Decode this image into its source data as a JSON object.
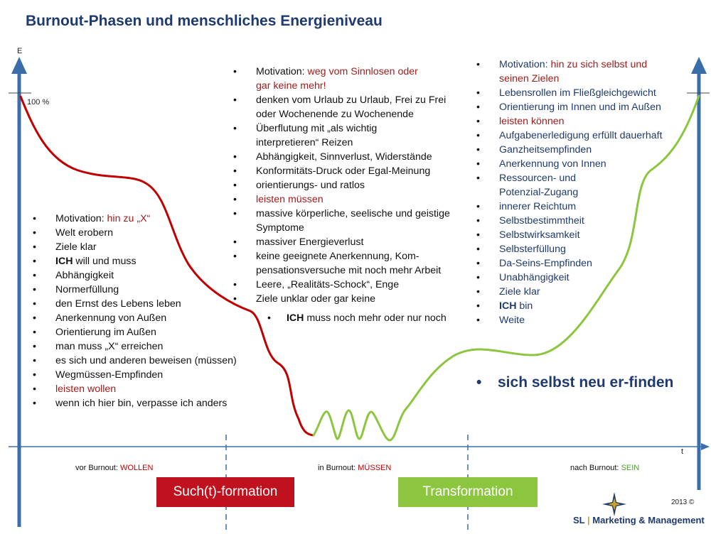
{
  "title": "Burnout-Phasen und menschliches Energieniveau",
  "axis": {
    "y_label": "E",
    "x_label": "t",
    "y_max_label": "100 %"
  },
  "phases": {
    "before": {
      "prefix": "vor Burnout: ",
      "word": "WOLLEN"
    },
    "in": {
      "prefix": "in Burnout: ",
      "word": "MÜSSEN"
    },
    "after": {
      "prefix": "nach Burnout: ",
      "word": "SEIN"
    }
  },
  "left_list": [
    {
      "label": "Motivation: ",
      "accent": "hin zu „X“"
    },
    {
      "label": "Welt erobern"
    },
    {
      "label": "Ziele klar"
    },
    {
      "label": "ICH",
      "rest": " will und muss"
    },
    {
      "label": "Abhängigkeit"
    },
    {
      "label": "Normerfüllung"
    },
    {
      "label": "den Ernst des Lebens leben"
    },
    {
      "label": "Anerkennung von Außen"
    },
    {
      "label": "Orientierung im Außen"
    },
    {
      "label": "man muss „X“ erreichen"
    },
    {
      "label": "es sich und anderen beweisen (müssen)"
    },
    {
      "label": "Wegmüssen-Empfinden"
    },
    {
      "label": "leisten wollen",
      "color": "red"
    },
    {
      "label": "wenn ich hier bin, verpasse ich anders"
    }
  ],
  "middle_list": [
    {
      "label": "Motivation: ",
      "accent": "weg vom Sinnlosen oder",
      "cont": "gar keine mehr!"
    },
    {
      "label": "denken vom Urlaub zu Urlaub, Frei zu Frei",
      "cont": "oder Wochenende zu Wochenende"
    },
    {
      "label": "Überflutung mit „als wichtig",
      "cont": "interpretieren“ Reizen"
    },
    {
      "label": "Abhängigkeit, Sinnverlust, Widerstände"
    },
    {
      "label": "Konformitäts-Druck oder Egal-Meinung"
    },
    {
      "label": "orientierungs- und ratlos"
    },
    {
      "label": "leisten müssen",
      "color": "red"
    },
    {
      "label": "massive körperliche, seelische und geistige",
      "cont": "Symptome"
    },
    {
      "label": "massiver Energieverlust"
    },
    {
      "label": "keine geeignete Anerkennung, Kom-",
      "cont": "pensationsversuche mit noch mehr Arbeit"
    },
    {
      "label": "Leere, „Realitäts-Schock“,  Enge"
    },
    {
      "label": "Ziele unklar oder gar keine"
    }
  ],
  "middle_extra": {
    "bold": "ICH",
    "rest": " muss noch mehr oder nur noch"
  },
  "right_list": [
    {
      "label": "Motivation: ",
      "accent": "hin zu sich selbst und",
      "cont": "seinen Zielen",
      "cont_color": "red"
    },
    {
      "label": "Lebensrollen im Fließgleichgewicht"
    },
    {
      "label": "Orientierung im Innen und im Außen"
    },
    {
      "label": "leisten können",
      "color": "red"
    },
    {
      "label": "Aufgabenerledigung erfüllt dauerhaft"
    },
    {
      "label": "Ganzheitsempfinden"
    },
    {
      "label": "Anerkennung von Innen"
    },
    {
      "label": "Ressourcen- und",
      "cont": "Potenzial-Zugang"
    },
    {
      "label": "innerer Reichtum"
    },
    {
      "label": "Selbstbestimmtheit"
    },
    {
      "label": "Selbstwirksamkeit"
    },
    {
      "label": "Selbsterfüllung"
    },
    {
      "label": "Da-Seins-Empfinden"
    },
    {
      "label": "Unabhängigkeit"
    },
    {
      "label": "Ziele klar"
    },
    {
      "label": "ICH",
      "rest": " bin"
    },
    {
      "label": "Weite"
    }
  ],
  "right_big": "sich selbst neu er-finden",
  "bullet": "•",
  "buttons": {
    "such": "Such(t)-formation",
    "trans": "Transformation"
  },
  "copyright": "2013 ©",
  "logo": {
    "sl": "SL",
    "sep": " | ",
    "rest": "Marketing & Management"
  },
  "colors": {
    "navy": "#1f3a6e",
    "axis": "#3b6ea8",
    "red_curve": "#c00000",
    "green_curve": "#8cc63f",
    "accent_red": "#a01c1c",
    "accent_green": "#4aa02c",
    "button_red": "#c0111f",
    "button_green": "#8cc63f"
  }
}
